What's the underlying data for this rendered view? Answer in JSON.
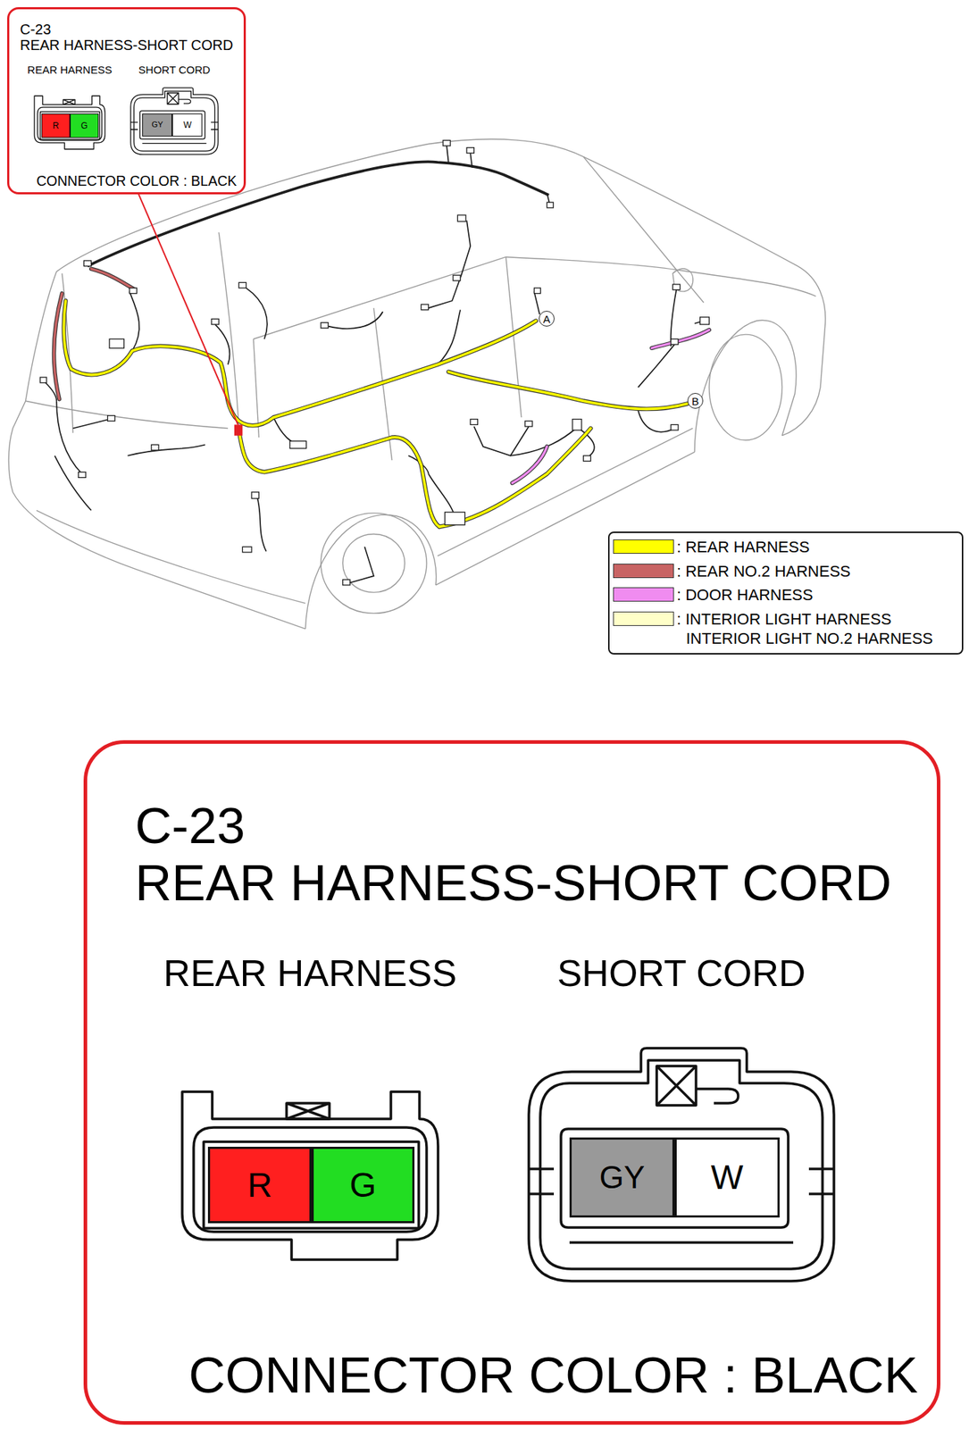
{
  "diagram": {
    "nodes": [
      {
        "text": [
          "C-23",
          "REAR HARNESS-SHORT CORD",
          "CONNECTOR COLOR : BLACK"
        ]
      },
      {
        "text": [
          "REAR HARNESS"
        ],
        "in": 0
      },
      {
        "text": [
          "R"
        ],
        "in": 1
      },
      {
        "text": [
          "G"
        ],
        "in": 1
      },
      {
        "text": [
          "SHORT CORD"
        ],
        "in": 0
      },
      {
        "text": [
          "GY"
        ],
        "in": 4
      },
      {
        "text": [
          "W"
        ],
        "in": 4
      },
      {
        "text": [
          "A"
        ]
      },
      {
        "text": [
          "B"
        ]
      },
      {
        "text": [
          "C-23",
          "REAR HARNESS-SHORT CORD",
          "CONNECTOR COLOR : BLACK"
        ]
      },
      {
        "text": [
          "REAR HARNESS"
        ],
        "in": 9
      },
      {
        "text": [
          "R"
        ],
        "in": 10
      },
      {
        "text": [
          "G"
        ],
        "in": 10
      },
      {
        "text": [
          "SHORT CORD"
        ],
        "in": 9
      },
      {
        "text": [
          "GY"
        ],
        "in": 13
      },
      {
        "text": [
          "W"
        ],
        "in": 13
      }
    ],
    "legend": [
      {
        "text": ": REAR HARNESS",
        "color": "#ffff00"
      },
      {
        "text": ": REAR NO.2 HARNESS",
        "color": "#c86464"
      },
      {
        "text": ": DOOR HARNESS",
        "color": "#f08cf0"
      },
      {
        "text": ": INTERIOR LIGHT HARNESS INTERIOR LIGHT NO.2 HARNESS",
        "color": "#ffffc8"
      }
    ]
  }
}
